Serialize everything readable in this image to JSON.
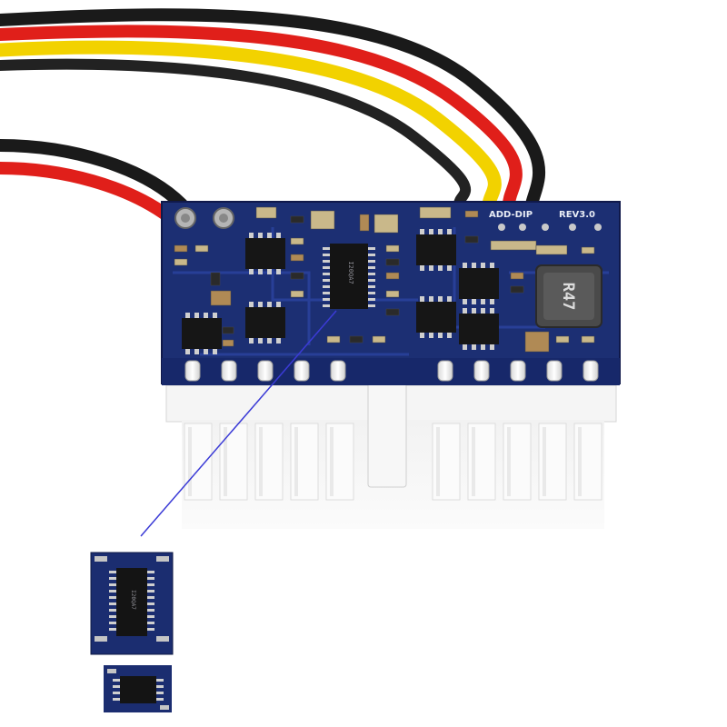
{
  "board": {
    "silkscreen_left": "ADD-DIP",
    "silkscreen_right": "REV3.0",
    "inductor_label": "R47"
  },
  "colors": {
    "pcb": "#1c2f73",
    "pcb_dark": "#142259",
    "wire_red": "#e01f1a",
    "wire_black": "#1a1a1a",
    "wire_yellow": "#f2d200",
    "connector": "#f4f4f4",
    "pointer_line": "#3b3bd6"
  },
  "icons": [
    "main-ic-chip",
    "inductor",
    "mosfet",
    "atx-connector",
    "wire-harness"
  ]
}
